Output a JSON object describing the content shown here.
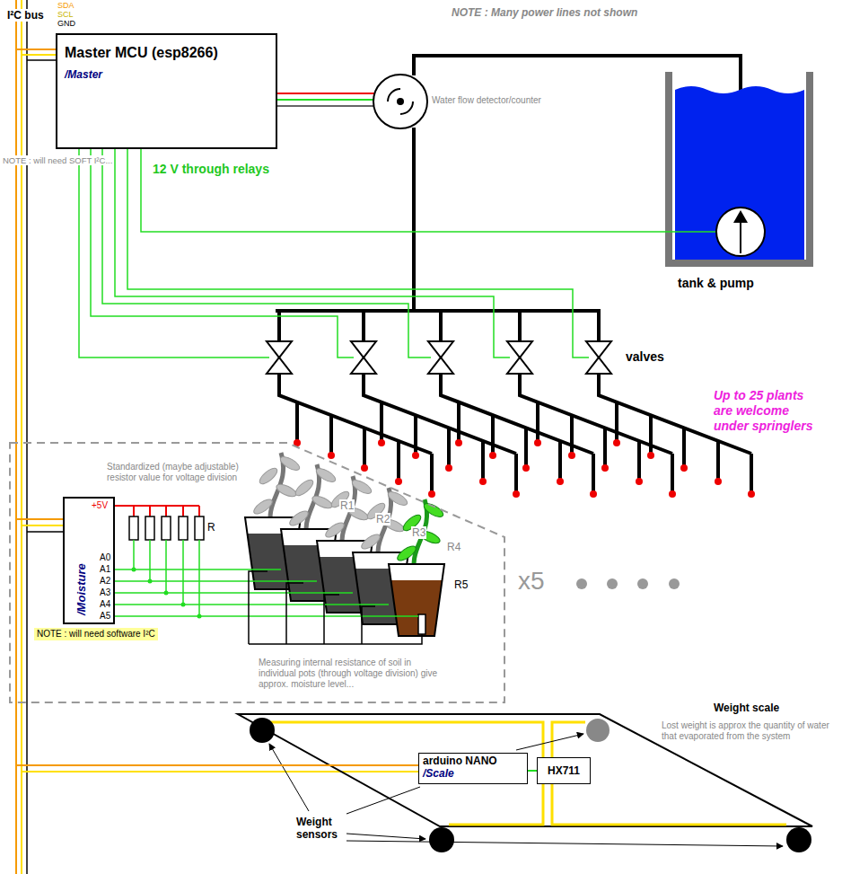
{
  "diagram": {
    "nodes": [
      {
        "text": [
          "Master MCU (esp8266)",
          "/Master"
        ]
      },
      {
        "text": [
          "Standardized (maybe adjustable) resistor value for voltage division",
          "Measuring internal resistance of soil in individual pots (through voltage division) give approx. moisture level..."
        ]
      },
      {
        "text": [
          "/Moisture"
        ],
        "in": 1
      },
      {
        "text": [
          "arduino NANO",
          "/Scale"
        ]
      },
      {
        "text": [
          "HX711"
        ]
      }
    ],
    "edges": [
      {
        "from": 0,
        "to": 2,
        "arrow": "none"
      },
      {
        "from": 0,
        "to": 3,
        "arrow": "none"
      },
      {
        "from": 3,
        "to": 4,
        "arrow": "none"
      }
    ],
    "labels": [
      "I²C bus",
      "SDA",
      "SCL",
      "GND",
      "NOTE : Many power lines not shown",
      "Water flow detector/counter",
      "NOTE : will need SOFT I²C...",
      "12 V through relays",
      "tank & pump",
      "valves",
      "Up to 25 plants are welcome under springlers",
      "+5V",
      "A0",
      "A1",
      "A2",
      "A3",
      "A4",
      "A5",
      "R",
      "R1",
      "R2",
      "R3",
      "R4",
      "R5",
      "x5",
      "NOTE : will need software I²C",
      "Weight scale",
      "Lost weight is approx the quantity of water that evaporated from the system",
      "Weight sensors"
    ]
  }
}
